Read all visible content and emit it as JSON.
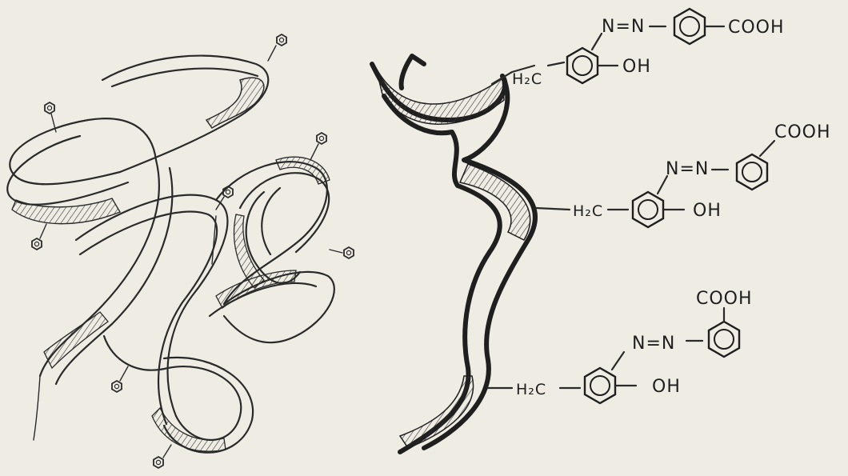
{
  "labels": {
    "group_top": {
      "cooh": "COOH",
      "azo": "N=N",
      "oh": "OH",
      "ch2": "H₂C"
    },
    "group_middle": {
      "cooh": "COOH",
      "azo": "N=N",
      "oh": "OH",
      "ch2": "H₂C"
    },
    "group_bottom": {
      "cooh": "COOH",
      "azo": "N=N",
      "oh": "OH",
      "ch2": "H₂C"
    }
  }
}
